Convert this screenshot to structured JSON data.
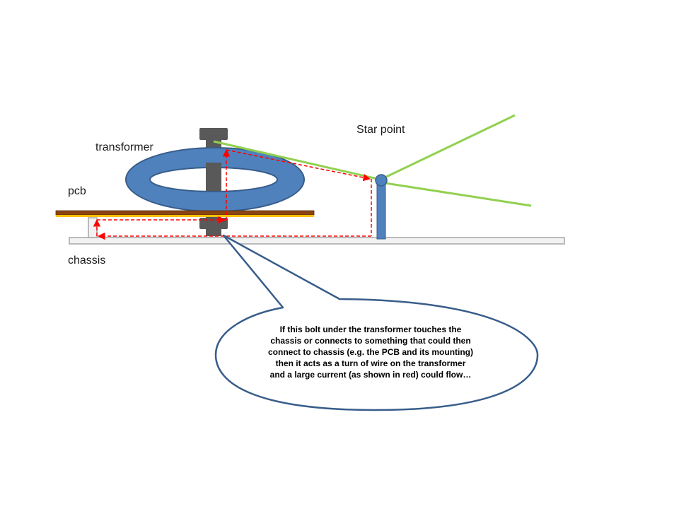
{
  "labels": {
    "transformer": "transformer",
    "pcb": "pcb",
    "chassis": "chassis",
    "star_point": "Star point"
  },
  "callout": {
    "lines": [
      "If this bolt under the transformer touches the",
      "chassis or connects to something that could then",
      "connect to chassis (e.g. the PCB and its mounting)",
      "then it acts as a turn of wire on the transformer",
      "and a large current (as shown in red) could flow…"
    ]
  },
  "colors": {
    "transformer_fill": "#4f81bd",
    "transformer_stroke": "#385d8a",
    "bolt": "#595959",
    "pcb_board": "#8b4513",
    "pcb_trace": "#ffc000",
    "chassis_fill": "#f2f2f2",
    "chassis_stroke": "#a6a6a6",
    "star_post": "#4f81bd",
    "green_wire": "#92d050",
    "current_path": "#ff0000",
    "callout_stroke": "#385d8a"
  }
}
